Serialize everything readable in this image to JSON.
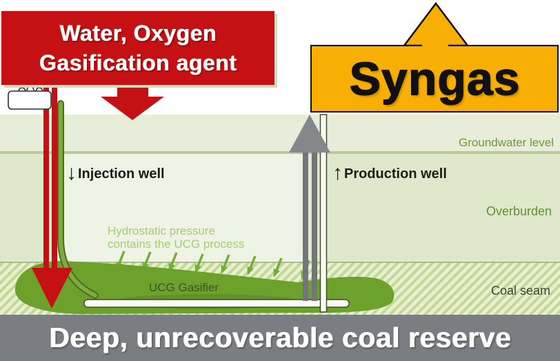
{
  "boxes": {
    "gasification": {
      "line1": "Water, Oxygen",
      "line2": "Gasification agent"
    },
    "syngas": {
      "label": "Syngas"
    }
  },
  "labels": {
    "groundwater": "Groundwater level",
    "overburden": "Overburden",
    "coal_seam": "Coal seam",
    "injection_well": "Injection well",
    "production_well": "Production well",
    "injection_arrow": "↓",
    "production_arrow": "↑",
    "hydrostatic_line1": "Hydrostatic pressure",
    "hydrostatic_line2": "contains the UCG process",
    "gasifier": "UCG Gasifier",
    "bottom_banner": "Deep, unrecoverable coal reserve"
  },
  "colors": {
    "red": "#c51113",
    "yellow": "#f8ae02",
    "gray_bar": "#7a7d81",
    "gray_arrow": "#85888b",
    "gray_pipe": "#737679",
    "blob_green": "#6ca22c",
    "blob_shadow": "#517d1e",
    "pipe_green": "#7cab3e",
    "hatch_green": "#c3d896",
    "seam_base": "#e9f0d2",
    "layer_top": "#e8edd9",
    "layer_mid": "#dfe8cb",
    "layer_light": "#f2f5ea",
    "label_green": "#6d9a33",
    "text_light_green": "#a6cb77",
    "text_dark": "#1a1d16"
  }
}
